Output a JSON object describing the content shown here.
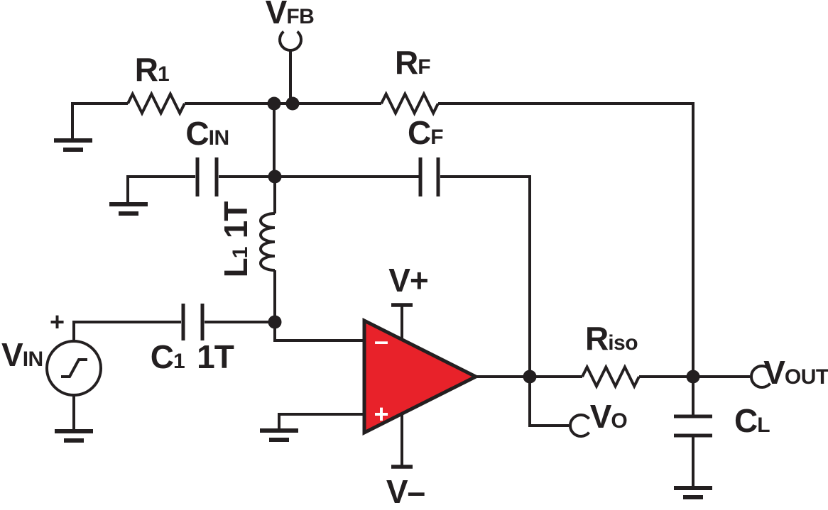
{
  "figure": {
    "type": "op-amp circuit schematic",
    "wire_color": "#231F20",
    "opamp_fill": "#E8222A"
  },
  "labels": {
    "vfb": {
      "main": "V",
      "sub": "FB"
    },
    "r1": {
      "main": "R",
      "sub": "1"
    },
    "rf": {
      "main": "R",
      "sub": "F"
    },
    "cin": {
      "main": "C",
      "sub": "IN"
    },
    "cf": {
      "main": "C",
      "sub": "F"
    },
    "l1": {
      "main": "L",
      "sub": "1",
      "value": "1T"
    },
    "c1": {
      "main": "C",
      "sub": "1",
      "value": "1T"
    },
    "vin": {
      "main": "V",
      "sub": "IN",
      "polarity": "+"
    },
    "vplus": "V+",
    "vminus": "V–",
    "riso": {
      "main": "R",
      "sub": "iso"
    },
    "vo": {
      "main": "V",
      "sub": "O"
    },
    "vout": {
      "main": "V",
      "sub": "OUT"
    },
    "cl": {
      "main": "C",
      "sub": "L"
    }
  },
  "opamp": {
    "inverting_label": "–",
    "noninverting_label": "+"
  }
}
